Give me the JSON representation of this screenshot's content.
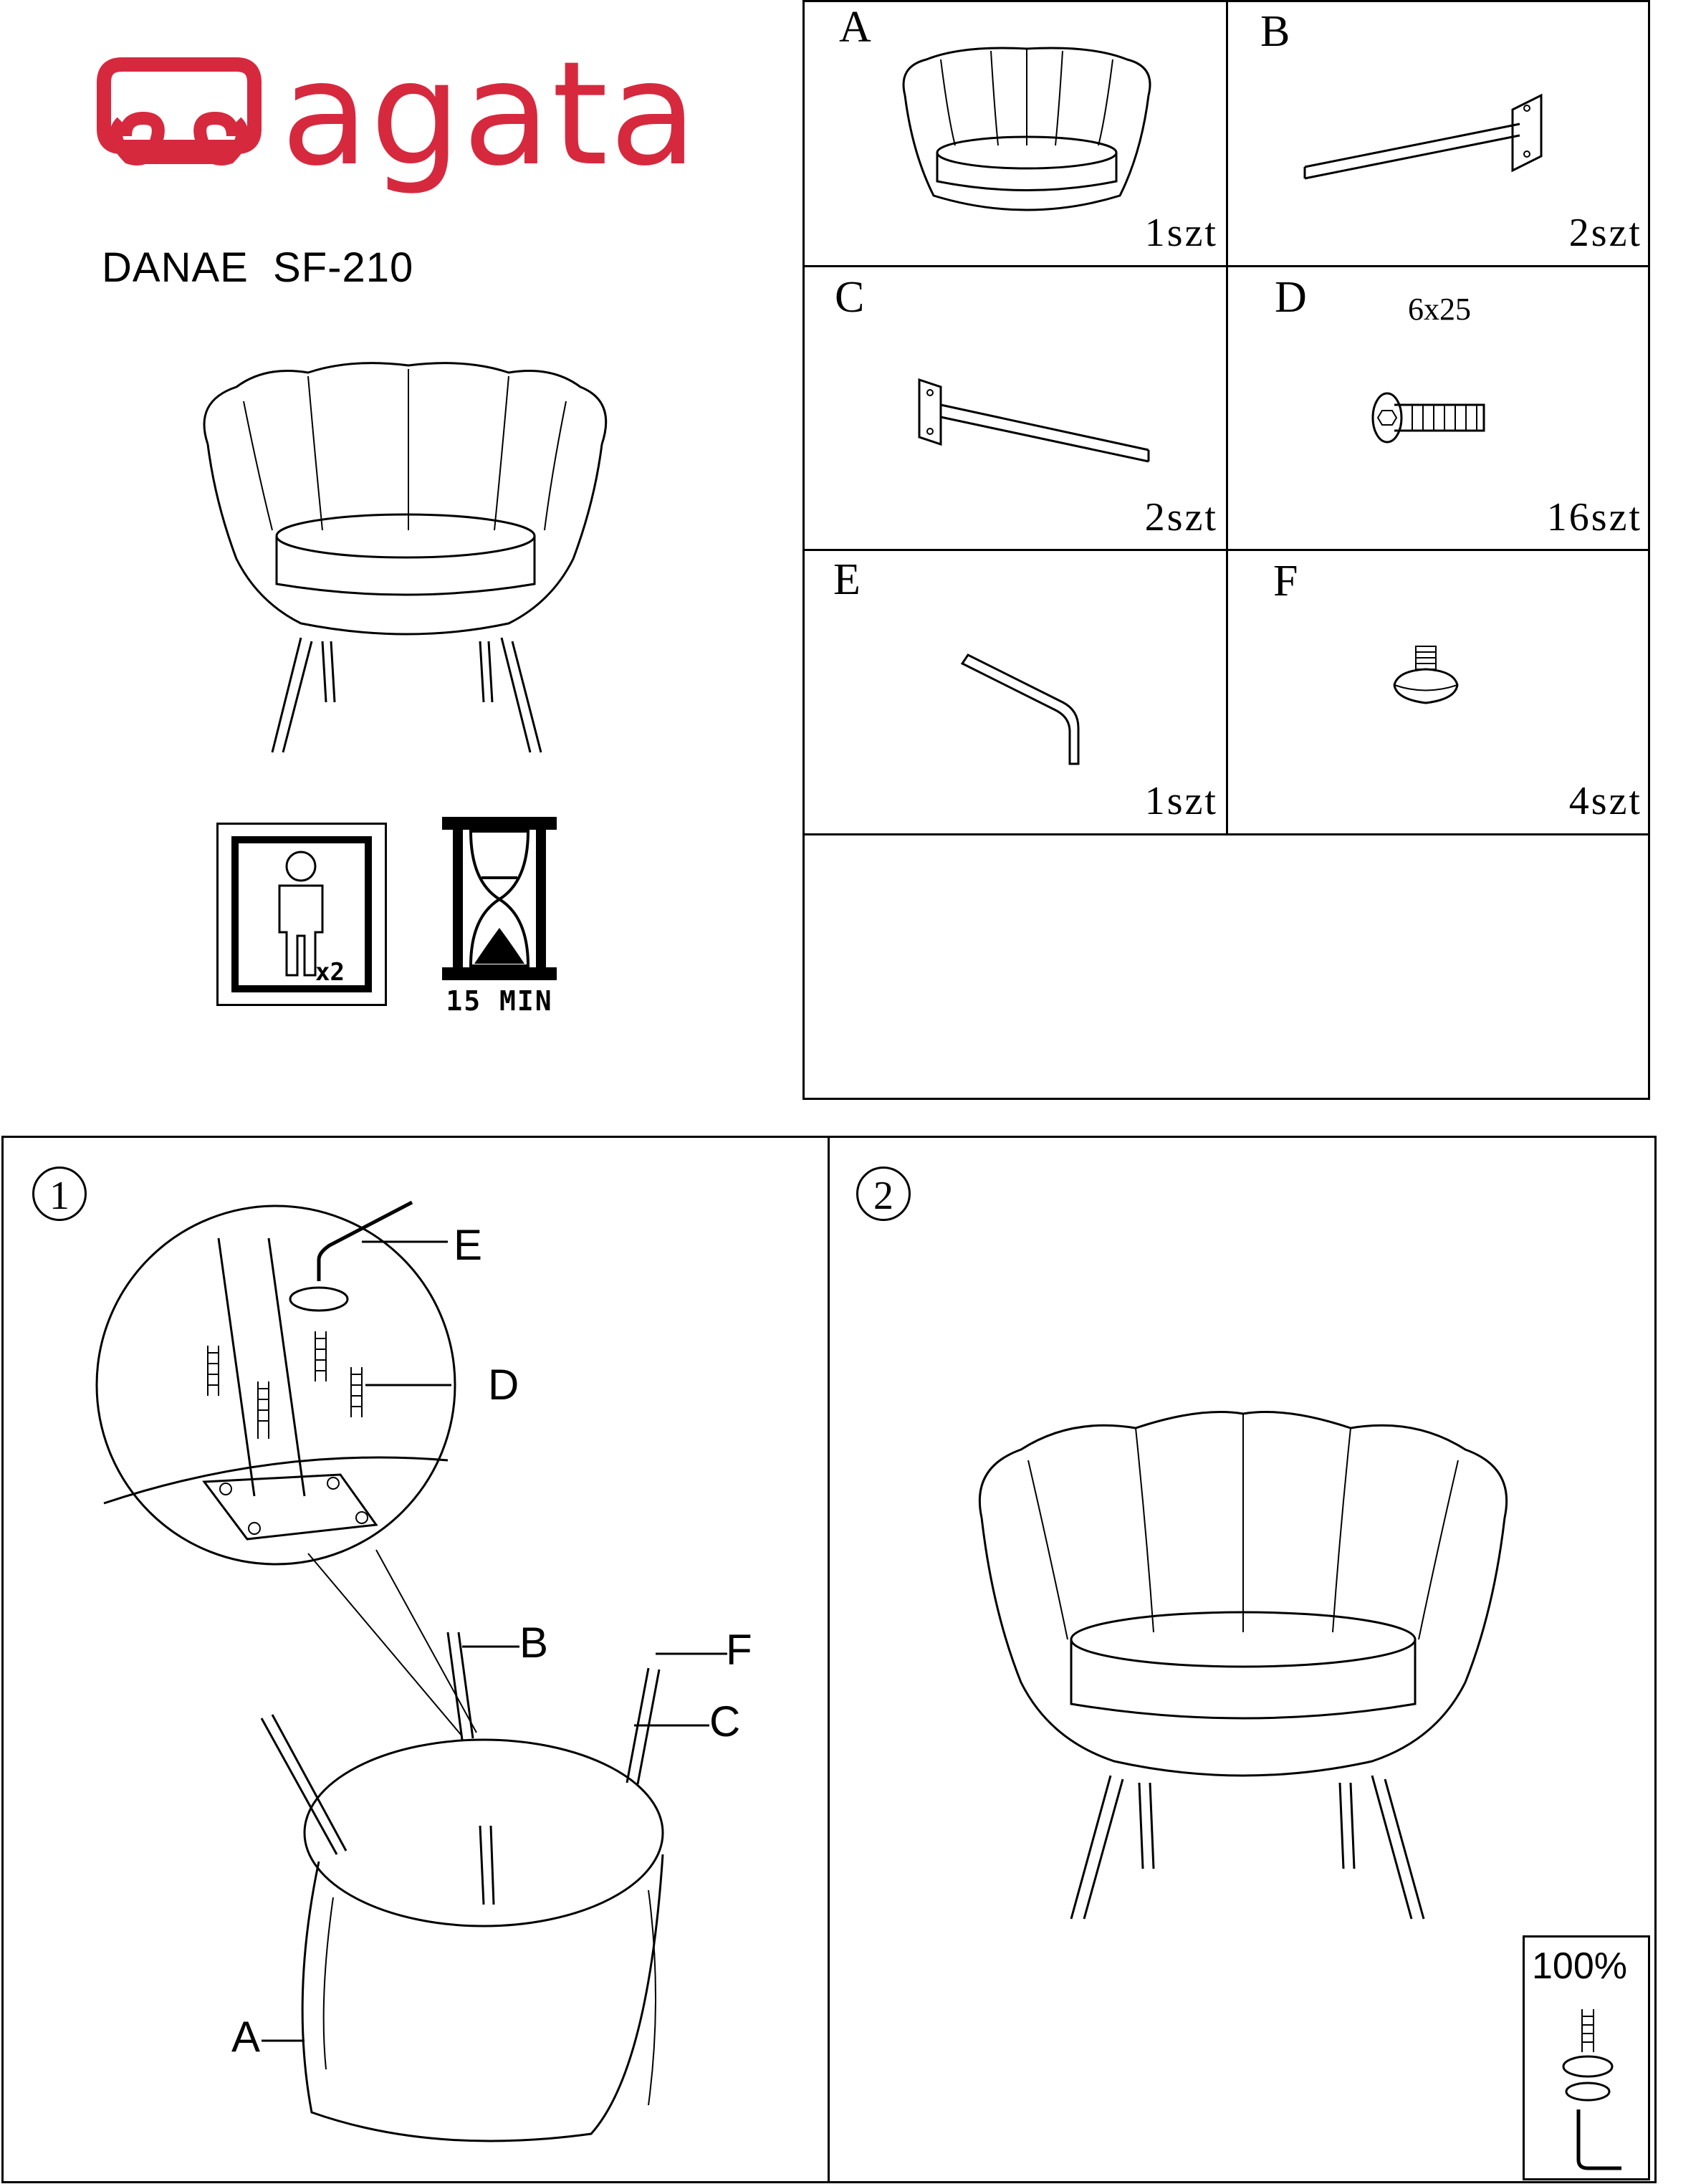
{
  "brand": {
    "name": "agata",
    "color": "#d6293e"
  },
  "product": {
    "model": "DANAE  SF-210"
  },
  "info_icons": {
    "persons": "x2",
    "time": "15 MIN"
  },
  "parts": [
    {
      "letter": "A",
      "qty": "1szt"
    },
    {
      "letter": "B",
      "qty": "2szt"
    },
    {
      "letter": "C",
      "qty": "2szt"
    },
    {
      "letter": "D",
      "qty": "16szt",
      "size": "6x25"
    },
    {
      "letter": "E",
      "qty": "1szt"
    },
    {
      "letter": "F",
      "qty": "4szt"
    }
  ],
  "steps": [
    {
      "number": "1",
      "callouts": {
        "e": "E",
        "d": "D",
        "b": "B",
        "f": "F",
        "c": "C",
        "a": "A"
      }
    },
    {
      "number": "2",
      "tighten": "100%"
    }
  ],
  "icons": [
    "sofa-logo-icon",
    "two-persons-icon",
    "hourglass-icon",
    "screw-icon",
    "allen-key-icon",
    "rotate-arrow-icon"
  ]
}
